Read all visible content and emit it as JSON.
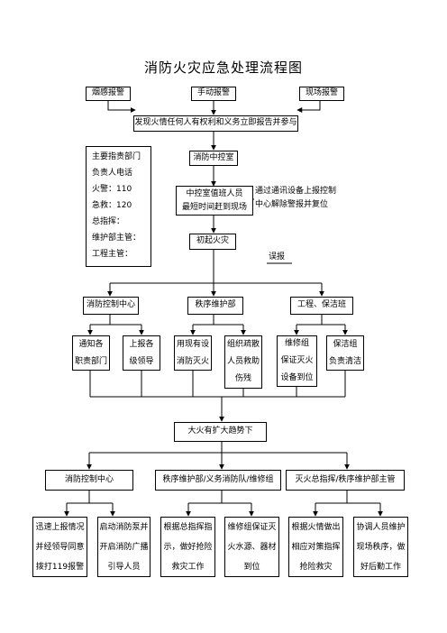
{
  "title": "消防火灾应急处理流程图",
  "alarm": {
    "smoke": "烟感报警",
    "manual": "手动报警",
    "onsite": "现场报警"
  },
  "report_bar": "发现火情任何人有权利和义务立即报告并参与",
  "duty_list": [
    "主要指责部门",
    "负责人电话",
    "火警：110",
    "急救：120",
    "总指挥：",
    "维护部主管：",
    "工程主管："
  ],
  "control_room": "消防中控室",
  "staff_box": [
    "中控室值班人员",
    "最短时间赶到现场"
  ],
  "side_note": [
    "通过通讯设备上报控制",
    "中心解除警报并复位"
  ],
  "early_fire": "初起火灾",
  "false_alarm": "误报",
  "dept": {
    "control_center": "消防控制中心",
    "security": "秩序维护部",
    "engineering": "工程、保洁班"
  },
  "actions1": {
    "notify": [
      "通知各",
      "职责部门"
    ],
    "report_up": [
      "上报各",
      "级领导"
    ],
    "extinguish": [
      "用现有设",
      "消防灭火"
    ],
    "evacuate": [
      "组织疏散",
      "人员救助",
      "伤残"
    ],
    "maintenance": [
      "维修组",
      "保证灭火",
      "设备到位"
    ],
    "cleaning": [
      "保洁组",
      "负责清洁"
    ]
  },
  "escalation": "大火有扩大趋势下",
  "dept2": {
    "control_center": "消防控制中心",
    "security_team": "秩序维护部/义务消防队/维修组",
    "commander": "灭火总指挥/秩序维护部主管"
  },
  "actions2": {
    "report_fast": [
      "迅速上报情况",
      "并经领导同意",
      "拨打119报警"
    ],
    "pump": [
      "启动消防泵并",
      "开启消防广播",
      "引导人员"
    ],
    "command": [
      "根据总指挥指",
      "示，做好抢险",
      "救灾工作"
    ],
    "repair": [
      "维修组保证灭",
      "火水源、器材",
      "到位"
    ],
    "measures": [
      "根据火情做出",
      "相应对策指挥",
      "抢险救灾"
    ],
    "coordinate": [
      "协调人员维护",
      "现场秩序，做",
      "好后勤工作"
    ]
  }
}
